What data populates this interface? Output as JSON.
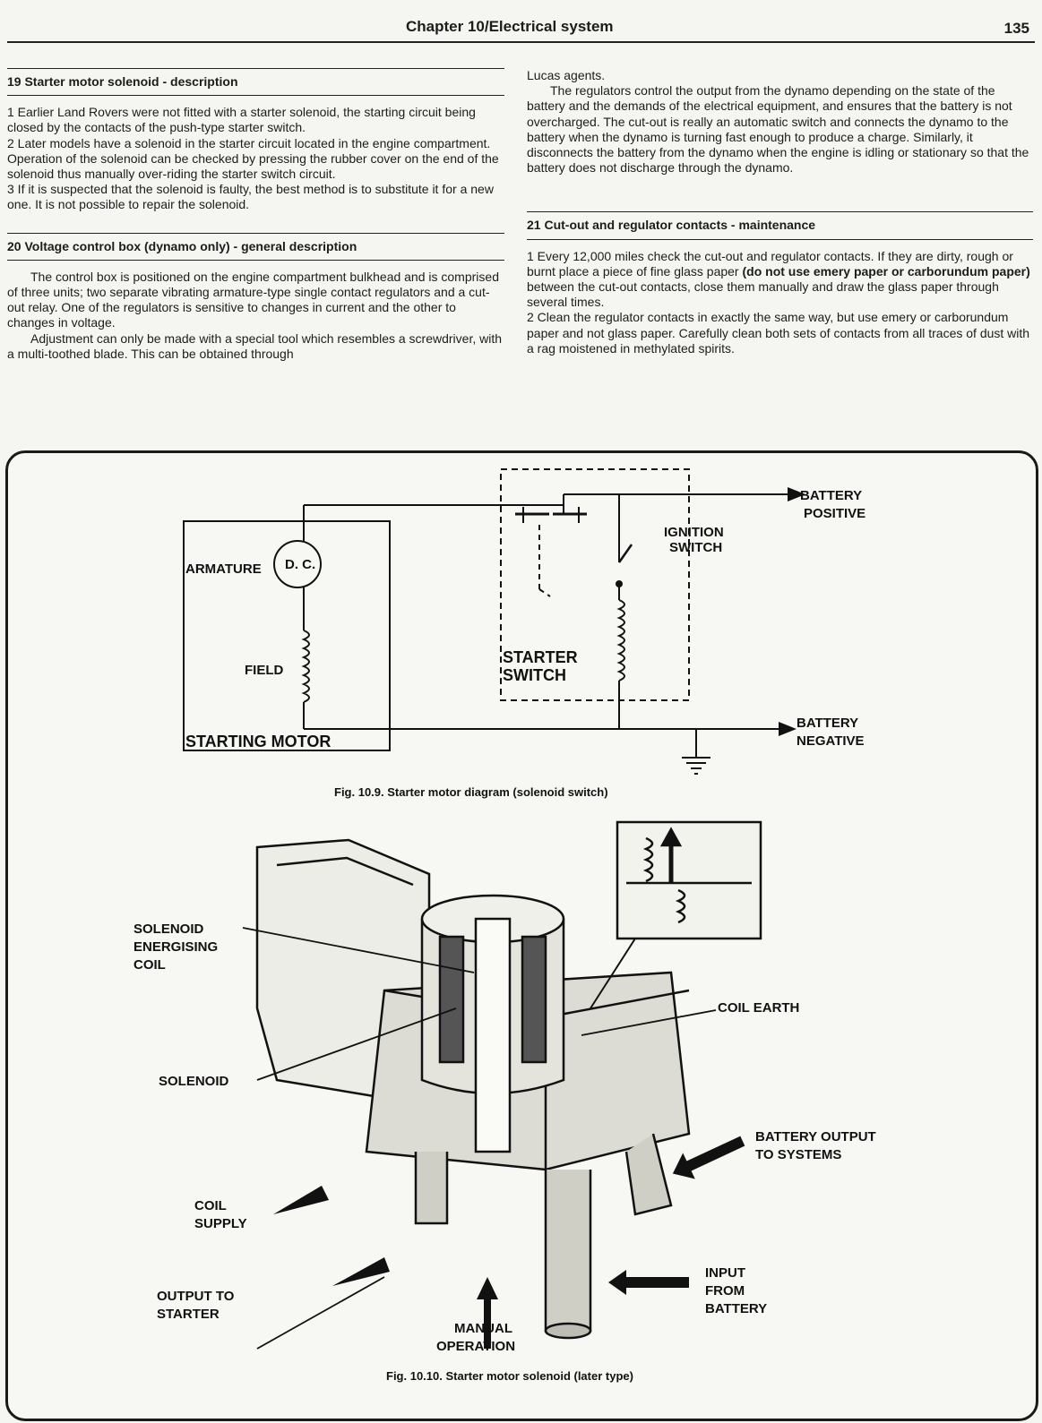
{
  "header": {
    "chapter": "Chapter 10/Electrical system",
    "page": "135"
  },
  "left": {
    "s19_title": "19 Starter motor solenoid - description",
    "s19_p1": "1   Earlier Land Rovers were not fitted with a starter solenoid, the starting circuit being closed by the contacts of the push-type starter switch.",
    "s19_p2": "2   Later models have a solenoid in the starter circuit located in the engine compartment. Operation of the solenoid can be checked by pressing the rubber cover on the end of the solenoid thus manually over-riding the starter switch circuit.",
    "s19_p3": "3   If it is suspected that the solenoid is faulty, the best method is to substitute it for a new one. It is not possible to repair the solenoid.",
    "s20_title": "20 Voltage control box (dynamo only) - general description",
    "s20_p1": "The control box is positioned on the engine compartment bulkhead and is comprised of three units; two separate vibrating armature-type single contact regulators and a cut-out relay. One of the regulators is sensitive to changes in current and the other to changes in voltage.",
    "s20_p2": "Adjustment can only be made with a special tool which resembles a screwdriver, with a multi-toothed blade. This can be obtained through"
  },
  "right": {
    "cont_p1": "Lucas agents.",
    "cont_p2": "The regulators control the output from the dynamo depending on the state of the battery and the demands of the electrical equipment, and ensures that the battery is not overcharged. The cut-out is really an automatic switch and connects the dynamo to the battery when the dynamo is turning fast enough to produce a charge. Similarly, it disconnects the battery from the dynamo when the engine is idling or stationary so that the battery does not discharge through the dynamo.",
    "s21_title": "21 Cut-out and regulator contacts - maintenance",
    "s21_p1_a": "1   Every 12,000 miles check the cut-out and regulator contacts. If they are dirty, rough or burnt place a piece of fine glass paper ",
    "s21_p1_b": "(do not use emery paper or carborundum paper)",
    "s21_p1_c": " between the cut-out contacts, close them manually and draw the glass paper through several times.",
    "s21_p2": "2   Clean the regulator contacts in exactly the same way, but use emery or carborundum paper and not glass paper. Carefully clean both sets of contacts from all traces of dust with a rag moistened in methylated spirits."
  },
  "fig1": {
    "caption": "Fig. 10.9. Starter motor diagram (solenoid switch)",
    "armature": "ARMATURE",
    "dc": "D. C.",
    "field": "FIELD",
    "starting_motor": "STARTING MOTOR",
    "starter_switch_1": "STARTER",
    "starter_switch_2": "SWITCH",
    "ignition_1": "IGNITION",
    "ignition_2": "SWITCH",
    "bat_pos_1": "BATTERY",
    "bat_pos_2": "POSITIVE",
    "bat_neg_1": "BATTERY",
    "bat_neg_2": "NEGATIVE"
  },
  "fig2": {
    "caption": "Fig. 10.10. Starter motor solenoid (later type)",
    "energising_1": "SOLENOID",
    "energising_2": "ENERGISING",
    "energising_3": "COIL",
    "solenoid": "SOLENOID",
    "coil_supply_1": "COIL",
    "coil_supply_2": "SUPPLY",
    "output_1": "OUTPUT TO",
    "output_2": "STARTER",
    "manual_1": "MANUAL",
    "manual_2": "OPERATION",
    "coil_earth": "COIL EARTH",
    "battery_out_1": "BATTERY OUTPUT",
    "battery_out_2": "TO SYSTEMS",
    "input_1": "INPUT",
    "input_2": "FROM",
    "input_3": "BATTERY"
  }
}
